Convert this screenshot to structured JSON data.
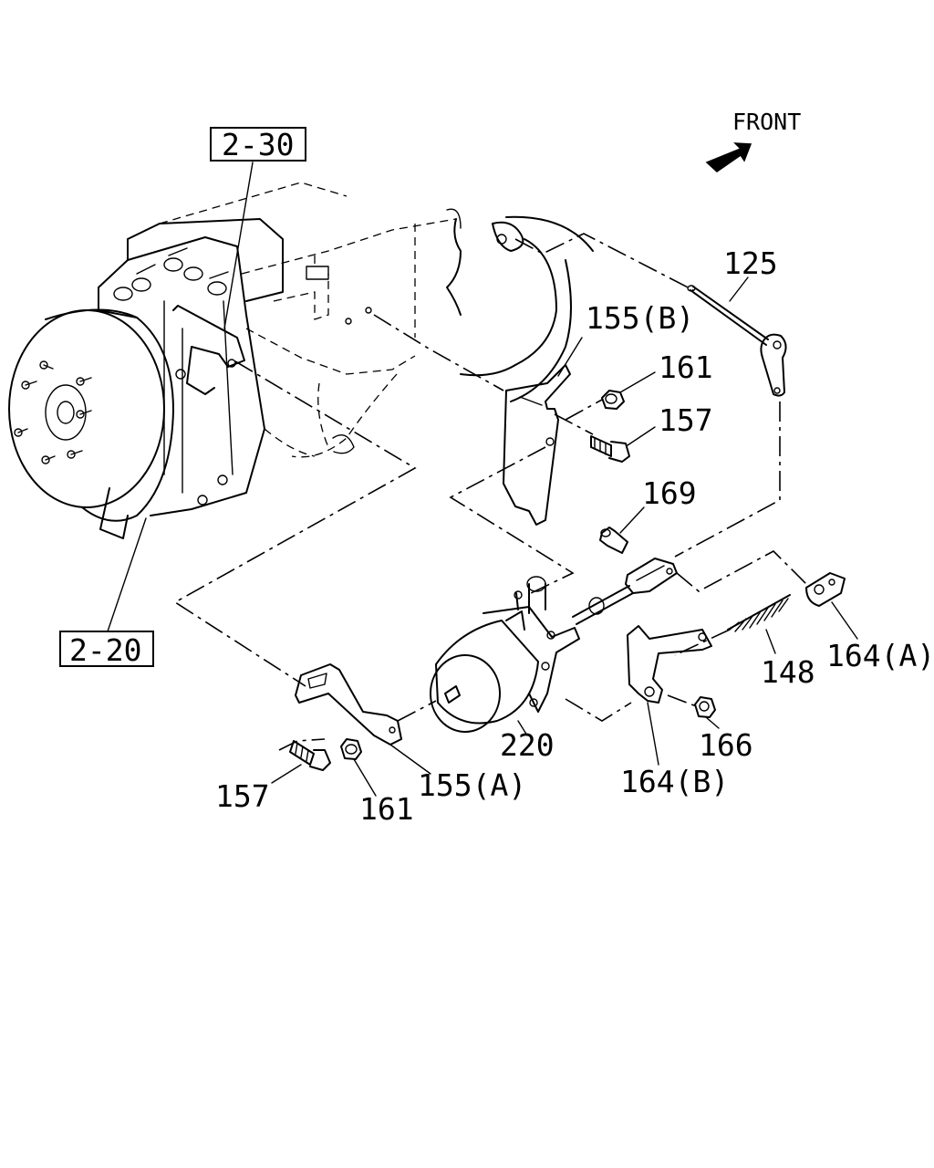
{
  "front_label": "FRONT",
  "references": {
    "ref_top": "2-30",
    "ref_left": "2-20"
  },
  "parts": {
    "p125": "125",
    "p155b": "155(B)",
    "p161_top": "161",
    "p157_top": "157",
    "p169": "169",
    "p164a": "164(A)",
    "p148": "148",
    "p220": "220",
    "p166": "166",
    "p164b": "164(B)",
    "p155a": "155(A)",
    "p157_bot": "157",
    "p161_bot": "161"
  }
}
